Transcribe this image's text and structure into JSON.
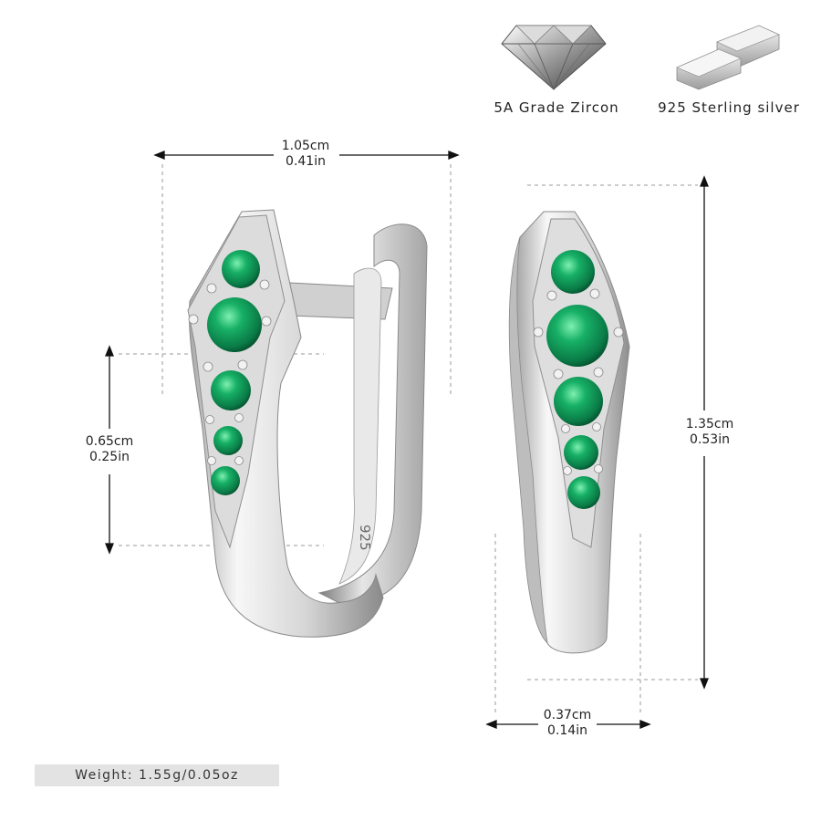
{
  "materials": {
    "zircon_label": "5A Grade Zircon",
    "zircon_icon": "diamond-icon",
    "silver_label": "925 Sterling silver",
    "silver_icon": "silver-bars-icon"
  },
  "dimensions": {
    "width": {
      "cm": "1.05cm",
      "in": "0.41in"
    },
    "stone_length": {
      "cm": "0.65cm",
      "in": "0.25in"
    },
    "height": {
      "cm": "1.35cm",
      "in": "0.53in"
    },
    "thickness": {
      "cm": "0.37cm",
      "in": "0.14in"
    }
  },
  "stamp": "925",
  "weight": "Weight: 1.55g/0.05oz",
  "colors": {
    "silver_light": "#f4f4f4",
    "silver_mid": "#c9c9c9",
    "silver_dark": "#8f8f8f",
    "emerald": "#0f9a5a",
    "emerald_dark": "#06603a",
    "weight_bg": "#e3e3e3"
  }
}
